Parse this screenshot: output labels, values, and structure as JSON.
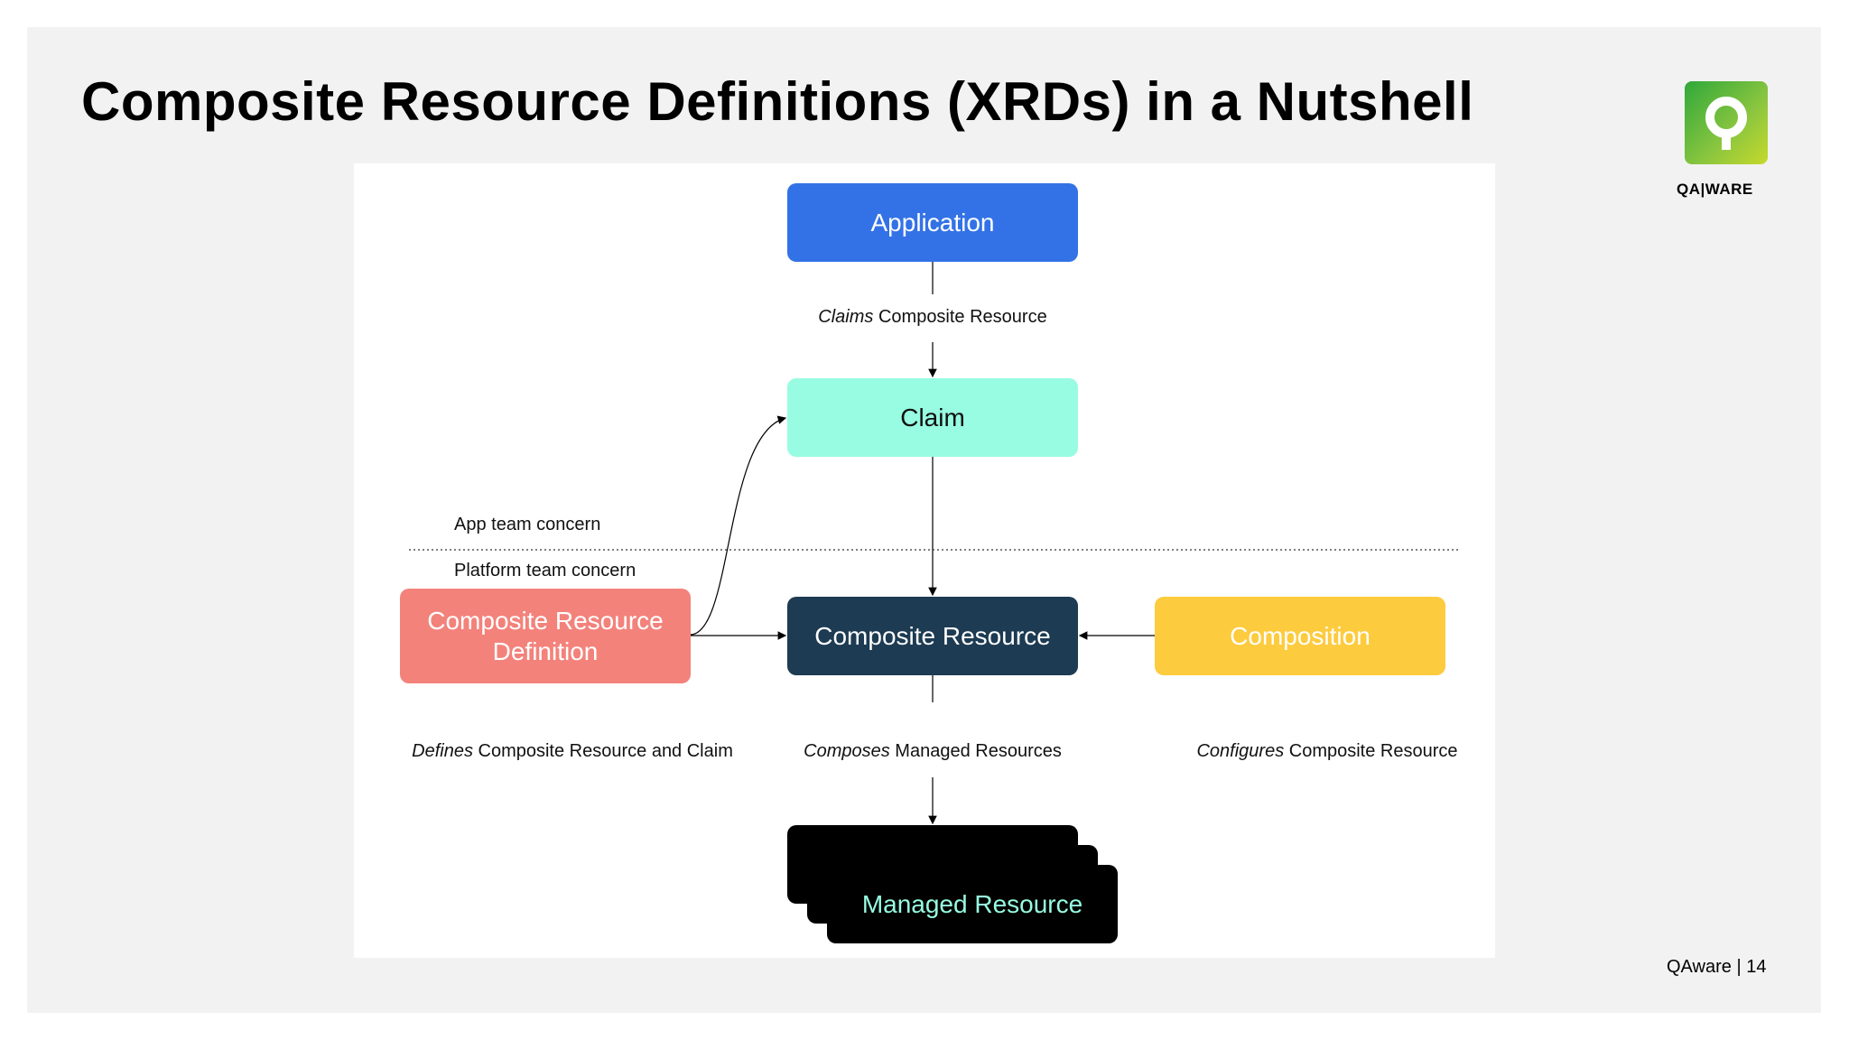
{
  "slide": {
    "title": "Composite Resource Definitions (XRDs) in a Nutshell",
    "logo_text": "QA|WARE",
    "footer": "QAware | 14",
    "colors": {
      "accent_blue": "#3372e6",
      "mint": "#97fce1",
      "navy": "#1d3b52",
      "salmon": "#f3827b",
      "yellow": "#fdcb3e"
    }
  },
  "diagram": {
    "nodes": {
      "application": "Application",
      "claim": "Claim",
      "composite_resource": "Composite Resource",
      "xrd": "Composite Resource Definition",
      "composition": "Composition",
      "managed_resource": "Managed Resource"
    },
    "edge_labels": {
      "claims_em": "Claims",
      "claims_rest": " Composite Resource",
      "defines_em": "Defines",
      "defines_rest": " Composite Resource and Claim",
      "composes_em": "Composes",
      "composes_rest": " Managed Resources",
      "configures_em": "Configures",
      "configures_rest": " Composite Resource"
    },
    "zones": {
      "app_team": "App team concern",
      "platform_team": "Platform team concern"
    }
  }
}
